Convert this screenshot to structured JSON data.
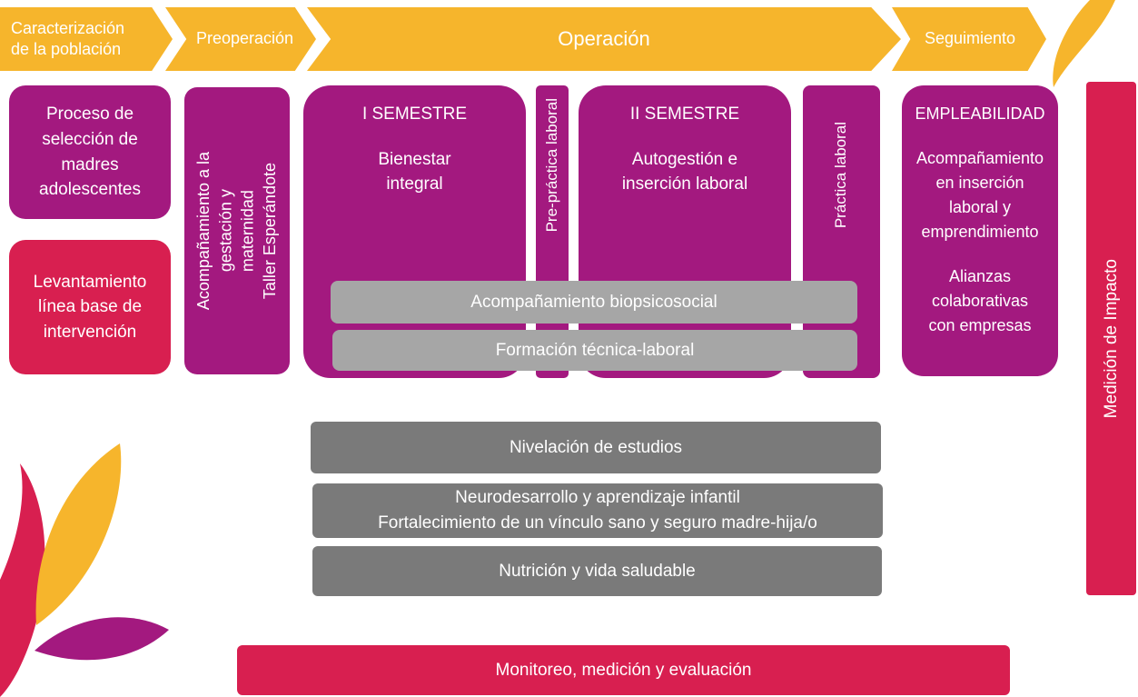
{
  "stages": [
    {
      "line1": "Caracterización",
      "line2": "de la población"
    },
    {
      "label": "Preoperación"
    },
    {
      "label": "Operación"
    },
    {
      "label": "Seguimiento"
    }
  ],
  "left": {
    "seleccion": [
      "Proceso de",
      "selección de",
      "madres",
      "adolescentes"
    ],
    "linea_base": [
      "Levantamiento",
      "línea base de",
      "intervención"
    ]
  },
  "preoperacion_box": [
    "Acompañamiento a la",
    "gestación y",
    "maternidad",
    "Taller Esperándote"
  ],
  "semestre1": {
    "title": "I SEMESTRE",
    "lines": [
      "Bienestar",
      "integral"
    ]
  },
  "prepractica": "Pre-práctica laboral",
  "semestre2": {
    "title": "II SEMESTRE",
    "lines": [
      "Autogestión e",
      "inserción laboral"
    ]
  },
  "practica": "Práctica laboral",
  "empleabilidad": {
    "title": "EMPLEABILIDAD",
    "block1": [
      "Acompañamiento",
      "en inserción",
      "laboral y",
      "emprendimiento"
    ],
    "block2": [
      "Alianzas",
      "colaborativas",
      "con empresas"
    ]
  },
  "overlays": [
    "Acompañamiento biopsicosocial",
    "Formación técnica-laboral"
  ],
  "bars": {
    "nivelacion": "Nivelación de estudios",
    "neuro1": "Neurodesarrollo y aprendizaje infantil",
    "neuro2": "Fortalecimiento de un vínculo sano y seguro madre-hija/o",
    "nutricion": "Nutrición y vida saludable"
  },
  "impacto": "Medición de Impacto",
  "monitoreo": "Monitoreo, medición y evaluación",
  "colors": {
    "yellow": "#f6b52c",
    "purple": "#a3197f",
    "red": "#d81f50",
    "grey_light": "#a6a6a6",
    "grey_dark": "#7a7a7a"
  }
}
